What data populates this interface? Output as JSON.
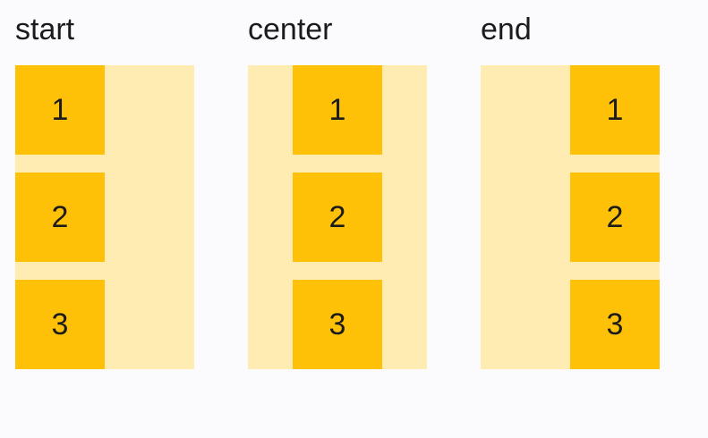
{
  "colors": {
    "background": "#fbfbfe",
    "container": "#ffecb3",
    "item": "#ffc107",
    "text": "#1b1b1b"
  },
  "groups": [
    {
      "label": "start",
      "alignment": "start",
      "items": [
        "1",
        "2",
        "3"
      ]
    },
    {
      "label": "center",
      "alignment": "center",
      "items": [
        "1",
        "2",
        "3"
      ]
    },
    {
      "label": "end",
      "alignment": "end",
      "items": [
        "1",
        "2",
        "3"
      ]
    }
  ]
}
